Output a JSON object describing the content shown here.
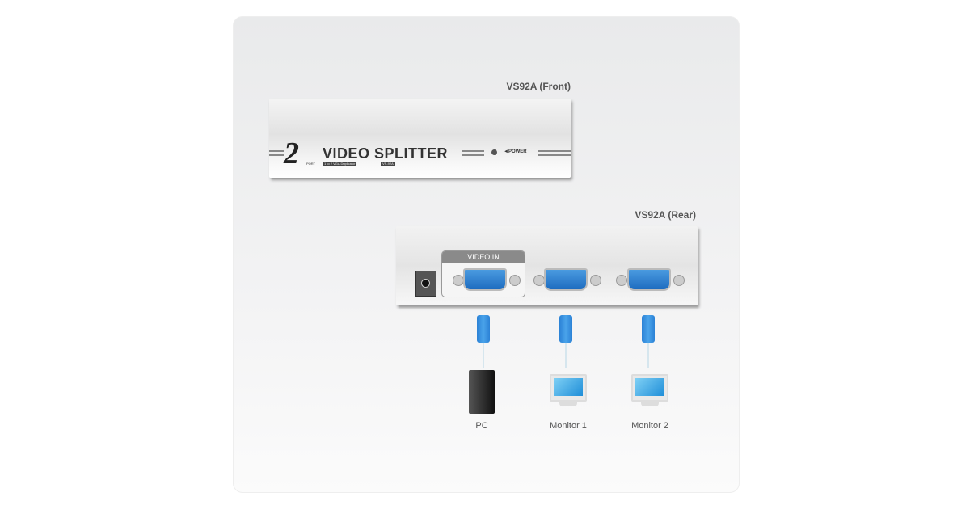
{
  "front": {
    "title": "VS92A (Front)",
    "logo_number": "2",
    "logo_port": "PORT",
    "logo_text": "VIDEO SPLITTER",
    "tag1": "1 to 2 VGA Duplicator",
    "tag2": "VS-92A",
    "power_label": "◄POWER"
  },
  "rear": {
    "title": "VS92A (Rear)",
    "video_in": "VIDEO IN"
  },
  "devices": [
    {
      "label": "PC"
    },
    {
      "label": "Monitor 1"
    },
    {
      "label": "Monitor 2"
    }
  ]
}
